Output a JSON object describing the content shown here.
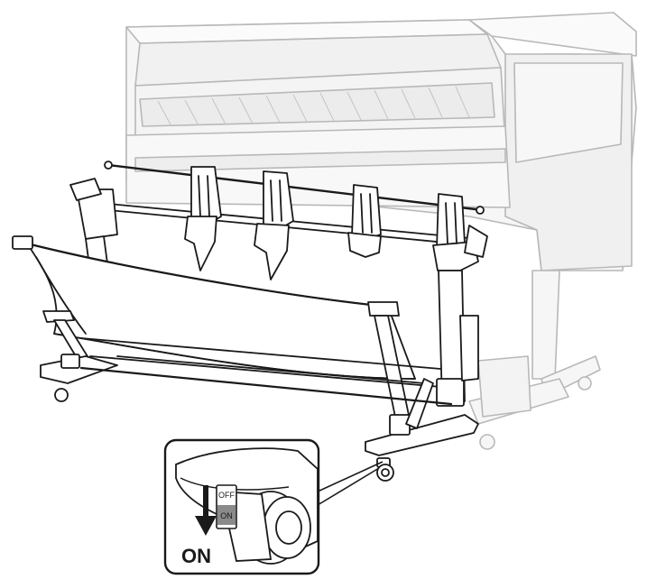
{
  "callout": {
    "switch_off_label": "OFF",
    "switch_on_label": "ON",
    "arrow_label": "ON"
  },
  "colors": {
    "printer_outline": "#b8b8b8",
    "printer_fill": "#f6f6f6",
    "stand_outline": "#1a1a1a",
    "stand_fill": "#ffffff",
    "accent_gray": "#8a8a8a"
  },
  "icons": {
    "direction": "arrow-down-icon"
  }
}
